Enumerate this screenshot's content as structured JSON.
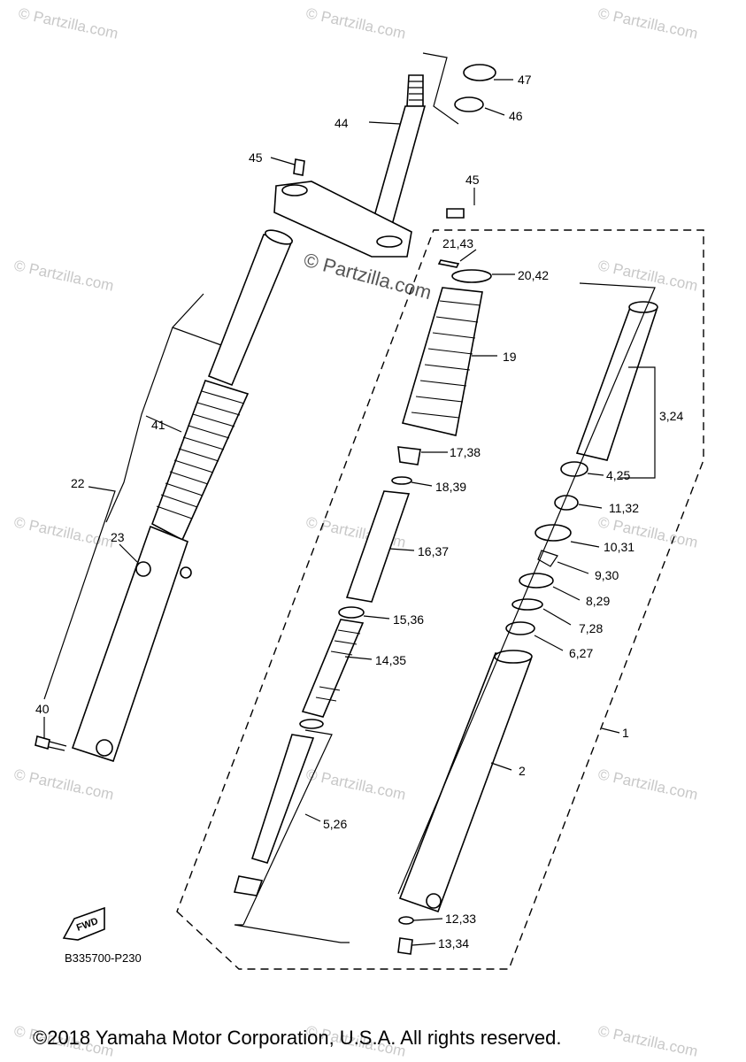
{
  "watermark_text": "© Partzilla.com",
  "center_watermark": "© Partzilla.com",
  "diagram_code": "B335700-P230",
  "fwd_label": "FWD",
  "copyright": "©2018 Yamaha Motor Corporation, U.S.A. All rights reserved.",
  "callouts": {
    "c1": "1",
    "c2": "2",
    "c3_24": "3,24",
    "c4_25": "4,25",
    "c5_26": "5,26",
    "c6_27": "6,27",
    "c7_28": "7,28",
    "c8_29": "8,29",
    "c9_30": "9,30",
    "c10_31": "10,31",
    "c11_32": "11,32",
    "c12_33": "12,33",
    "c13_34": "13,34",
    "c14_35": "14,35",
    "c15_36": "15,36",
    "c16_37": "16,37",
    "c17_38": "17,38",
    "c18_39": "18,39",
    "c19": "19",
    "c20_42": "20,42",
    "c21_43": "21,43",
    "c22": "22",
    "c23": "23",
    "c40": "40",
    "c41": "41",
    "c44": "44",
    "c45a": "45",
    "c45b": "45",
    "c46": "46",
    "c47": "47"
  }
}
